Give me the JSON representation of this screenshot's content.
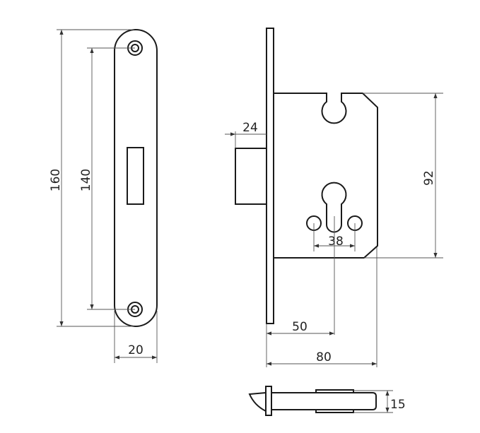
{
  "title": "Mortise lock technical drawing",
  "dimensions": {
    "strike_height": "160",
    "strike_hole_spacing": "140",
    "strike_width": "20",
    "bolt_throw": "24",
    "case_height": "92",
    "cylinder_hole_spacing": "38",
    "backset": "50",
    "case_depth": "80",
    "bolt_thickness": "15"
  },
  "colors": {
    "line": "#1a1a1a",
    "dimension": "#555555"
  }
}
